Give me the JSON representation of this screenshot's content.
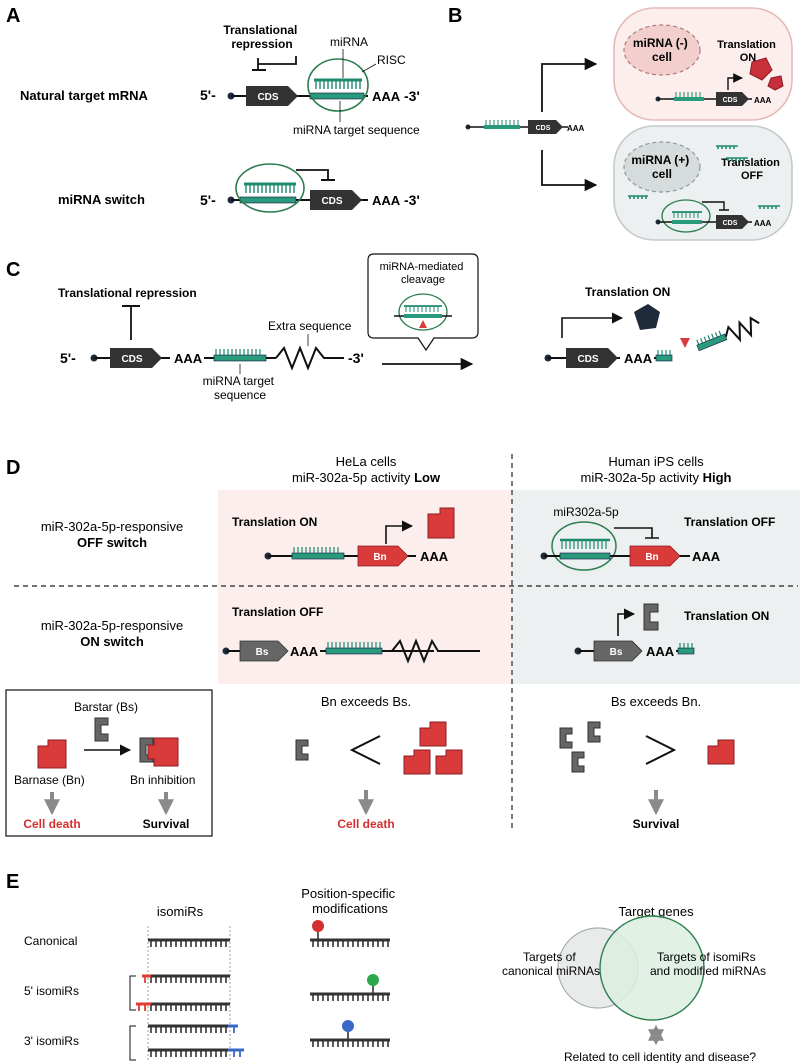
{
  "colors": {
    "teal": "#1f8a6f",
    "teal_fill": "#2a9a7c",
    "green_stroke": "#2e7d4f",
    "dark": "#333333",
    "gray_box": "#6b6b6b",
    "red": "#d93a3a",
    "red_text": "#d62f2f",
    "pink_bg": "#fbeeed",
    "pink_cell": "#f7dcdc",
    "gray_bg": "#edf0f0",
    "gray_cell": "#e8ecec",
    "blue": "#3a67c8",
    "green_dot": "#2fa84d"
  },
  "panelA": {
    "letter": "A",
    "repression_label": "Translational repression",
    "natural_label": "Natural target mRNA",
    "switch_label": "miRNA switch",
    "five": "5'-",
    "three": "-3'",
    "cds": "CDS",
    "aaa": "AAA",
    "mirna": "miRNA",
    "risc": "RISC",
    "target_seq": "miRNA target sequence"
  },
  "panelB": {
    "letter": "B",
    "cds": "CDS",
    "aaa": "AAA",
    "neg_cell_1": "miRNA (-)",
    "neg_cell_2": "cell",
    "pos_cell_1": "miRNA (+)",
    "pos_cell_2": "cell",
    "on_1": "Translation",
    "on_2": "ON",
    "off_1": "Translation",
    "off_2": "OFF"
  },
  "panelC": {
    "letter": "C",
    "repression": "Translational repression",
    "extra": "Extra sequence",
    "target_1": "miRNA target",
    "target_2": "sequence",
    "callout_1": "miRNA-mediated",
    "callout_2": "cleavage",
    "translation_on": "Translation ON",
    "five": "5'-",
    "three": "-3'",
    "cds": "CDS",
    "aaa": "AAA"
  },
  "panelD": {
    "letter": "D",
    "hela_1": "HeLa cells",
    "hela_2": "miR-302a-5p activity",
    "hela_level": "Low",
    "ips_1": "Human iPS cells",
    "ips_2": "miR-302a-5p activity",
    "ips_level": "High",
    "off_switch_1": "miR-302a-5p-responsive",
    "off_switch_2": "OFF switch",
    "on_switch_1": "miR-302a-5p-responsive",
    "on_switch_2": "ON switch",
    "translation_on": "Translation ON",
    "translation_off": "Translation OFF",
    "mir_label": "miR302a-5p",
    "bn": "Bn",
    "bs": "Bs",
    "aaa": "AAA",
    "legend_barstar": "Barstar (Bs)",
    "legend_barnase": "Barnase (Bn)",
    "legend_inhibition": "Bn inhibition",
    "cell_death": "Cell death",
    "survival": "Survival",
    "bn_exceeds": "Bn exceeds Bs.",
    "bs_exceeds": "Bs exceeds Bn."
  },
  "panelE": {
    "letter": "E",
    "isomirs": "isomiRs",
    "canonical": "Canonical",
    "five_isomirs": "5' isomiRs",
    "three_isomirs": "3' isomiRs",
    "position_1": "Position-specific",
    "position_2": "modifications",
    "target_genes": "Target genes",
    "targets_canon_1": "Targets of",
    "targets_canon_2": "canonical miRNAs",
    "targets_iso_1": "Targets of isomiRs",
    "targets_iso_2": "and modified miRNAs",
    "related": "Related to cell identity and disease?"
  }
}
